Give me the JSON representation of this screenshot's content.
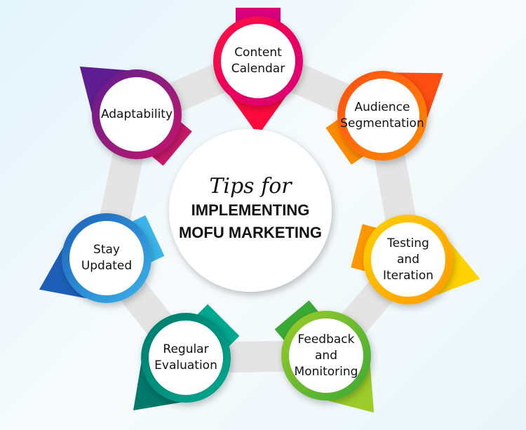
{
  "title": {
    "script": "Tips for",
    "line1": "IMPLEMENTING",
    "line2": "MOFU MARKETING"
  },
  "tips": [
    {
      "lines": [
        "Content",
        "Calendar"
      ],
      "colors": [
        "#ff0a3c",
        "#d8007c"
      ]
    },
    {
      "lines": [
        "Audience",
        "Segmentation"
      ],
      "colors": [
        "#ff4e12",
        "#ff8c00"
      ]
    },
    {
      "lines": [
        "Testing",
        "and",
        "Iteration"
      ],
      "colors": [
        "#ffd200",
        "#ff9800"
      ]
    },
    {
      "lines": [
        "Feedback",
        "and",
        "Monitoring"
      ],
      "colors": [
        "#9ccc2a",
        "#3aa935"
      ]
    },
    {
      "lines": [
        "Regular",
        "Evaluation"
      ],
      "colors": [
        "#00796b",
        "#00a890"
      ]
    },
    {
      "lines": [
        "Stay",
        "Updated"
      ],
      "colors": [
        "#1d5fb8",
        "#3bb4ea"
      ]
    },
    {
      "lines": [
        "Adaptability"
      ],
      "colors": [
        "#5e1d91",
        "#c8186a"
      ]
    }
  ]
}
